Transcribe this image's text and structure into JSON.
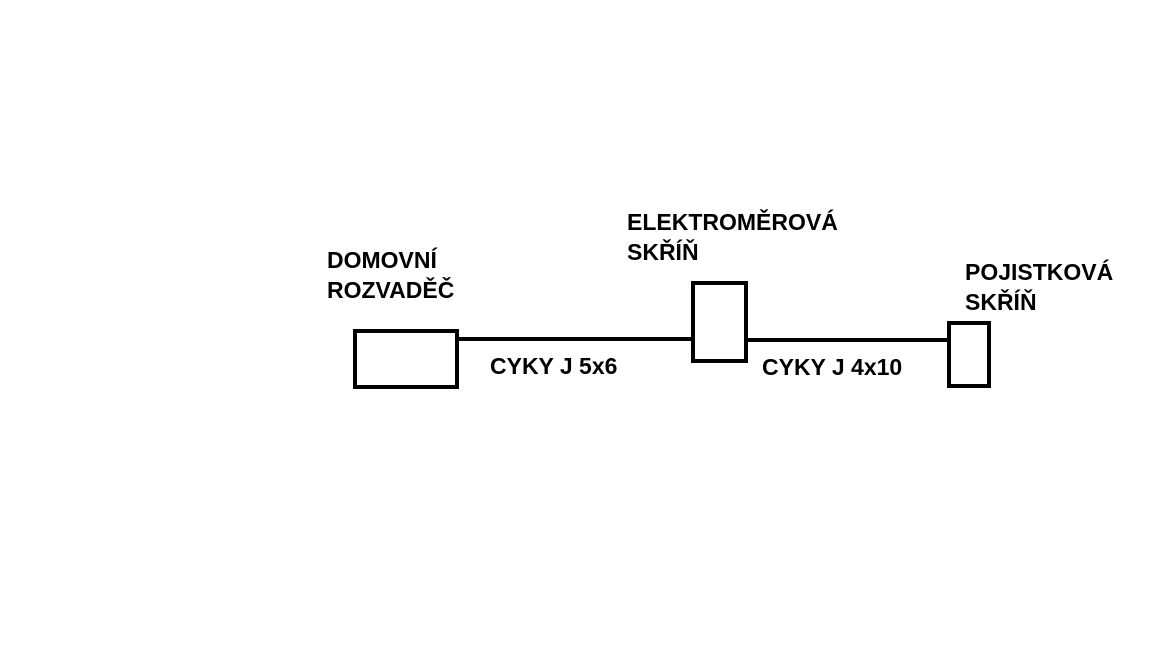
{
  "colors": {
    "background": "#ffffff",
    "stroke": "#000000",
    "text": "#000000"
  },
  "nodes": {
    "domovni_rozvadec": {
      "line1": "DOMOVNÍ",
      "line2": "ROZVADĚČ"
    },
    "elektromerova_skrin": {
      "line1": "ELEKTROMĚROVÁ",
      "line2": "SKŘÍŇ"
    },
    "pojistkova_skrin": {
      "line1": "POJISTKOVÁ",
      "line2": "SKŘÍŇ"
    }
  },
  "cables": {
    "cable_1": {
      "label": "CYKY J 5x6"
    },
    "cable_2": {
      "label": "CYKY J 4x10"
    }
  }
}
